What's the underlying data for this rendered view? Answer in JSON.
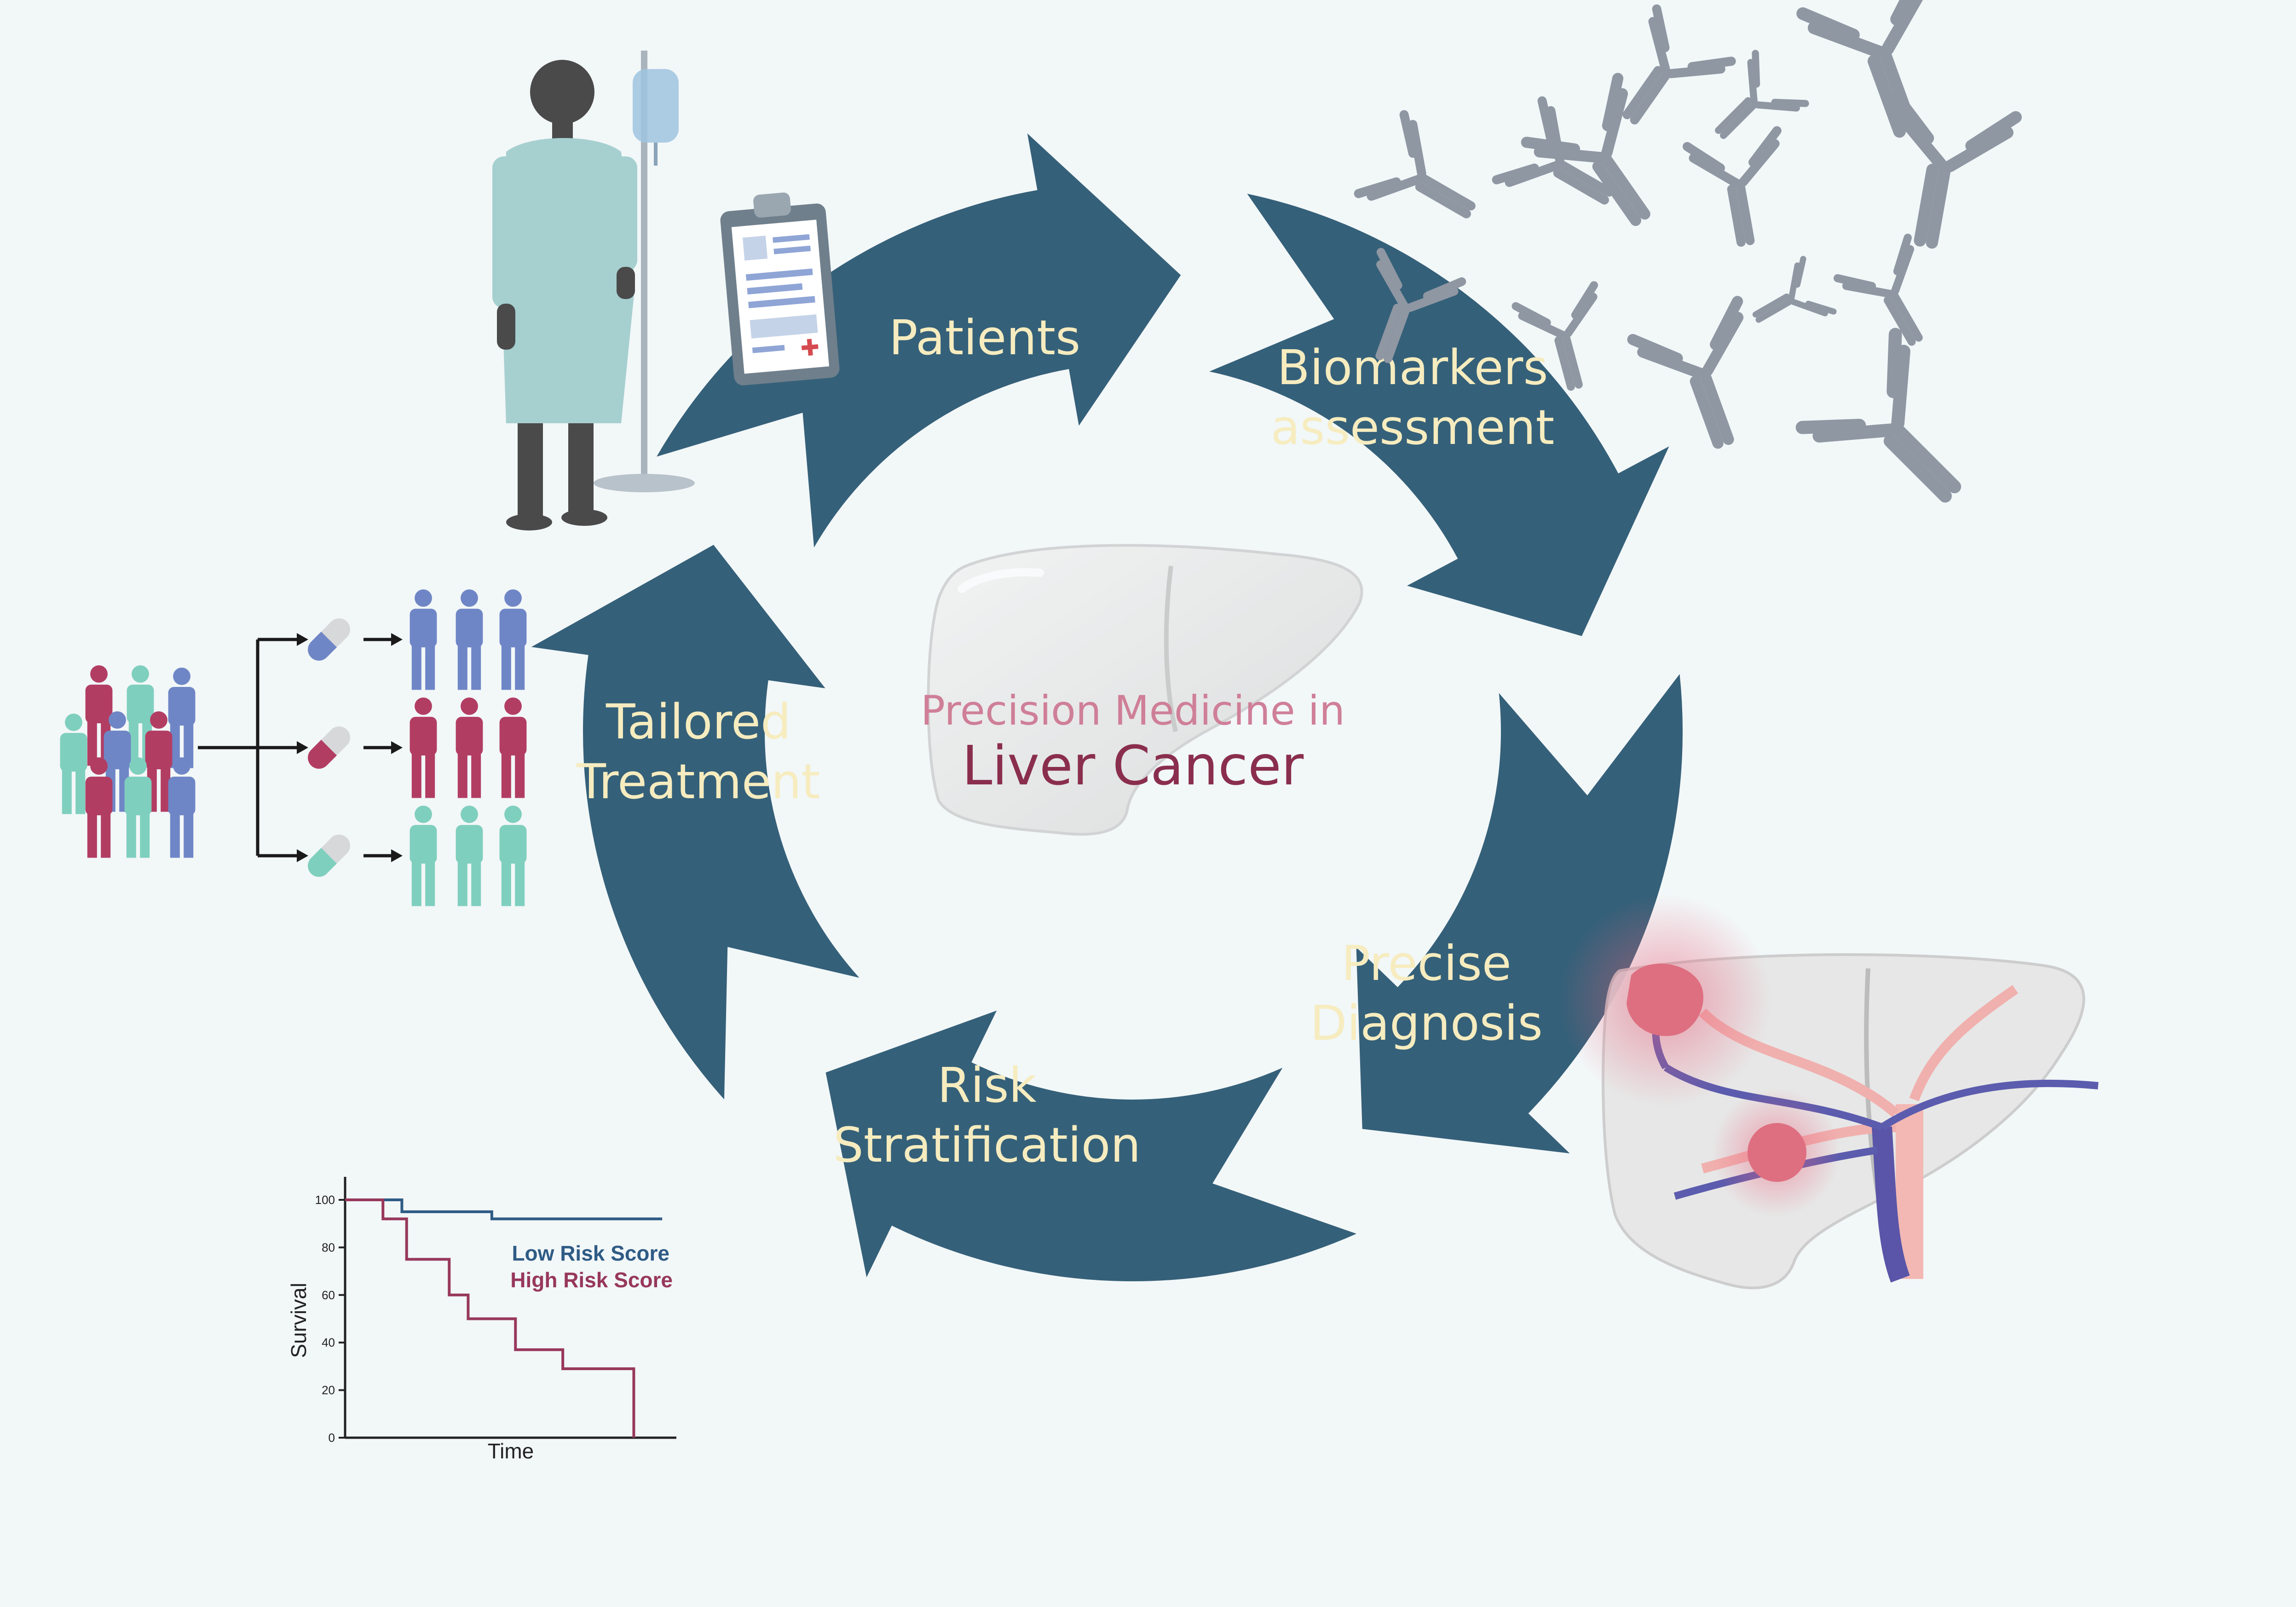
{
  "cycle": {
    "center_line1": "Precision Medicine in",
    "center_line2": "Liver Cancer",
    "steps": [
      {
        "lines": [
          "Patients"
        ]
      },
      {
        "lines": [
          "Biomarkers",
          "assessment"
        ]
      },
      {
        "lines": [
          "Precise",
          "Diagnosis"
        ]
      },
      {
        "lines": [
          "Risk",
          "Stratification"
        ]
      },
      {
        "lines": [
          "Tailored",
          "Treatment"
        ]
      }
    ]
  },
  "colors": {
    "arrow": "#356079",
    "label_text": "#f6ecbf",
    "center_line1": "#cf7f98",
    "center_line2": "#8a2e4d",
    "low_risk": "#2f5b85",
    "high_risk": "#97385a",
    "group_blue": "#6f86c6",
    "group_red": "#b23d63",
    "group_teal": "#7fcfbe"
  },
  "icons": [
    "patient-iv-icon",
    "clipboard-icon",
    "antibody-icon",
    "liver-icon",
    "liver-tumor-icon",
    "people-group-icon",
    "pill-capsule-icon"
  ],
  "chart_data": {
    "type": "line",
    "xlabel": "Time",
    "ylabel": "Survival",
    "ylim": [
      0,
      100
    ],
    "yticks": [
      0,
      20,
      40,
      60,
      80,
      100
    ],
    "step": true,
    "series": [
      {
        "name": "Low Risk Score",
        "x": [
          0,
          1.2,
          3.1,
          6.7
        ],
        "y": [
          100,
          95,
          92,
          92
        ]
      },
      {
        "name": "High Risk Score",
        "x": [
          0,
          0.8,
          1.3,
          2.2,
          2.6,
          3.6,
          4.6,
          6.1,
          6.1
        ],
        "y": [
          100,
          92,
          75,
          60,
          50,
          37,
          29,
          29,
          0
        ]
      }
    ]
  }
}
